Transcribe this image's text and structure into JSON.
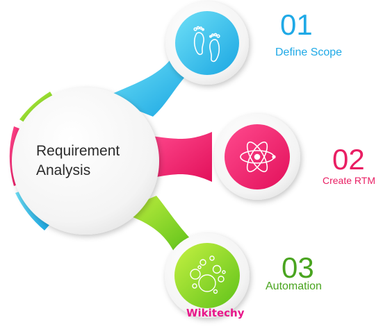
{
  "center": {
    "line1": "Requirement",
    "line2": "Analysis"
  },
  "steps": [
    {
      "number": "01",
      "label": "Define Scope",
      "icon": "footprints-icon",
      "color": "#1fa9e6"
    },
    {
      "number": "02",
      "label": "Create RTM",
      "icon": "atom-icon",
      "color": "#e91e63"
    },
    {
      "number": "03",
      "label": "Automation",
      "icon": "bubbles-icon",
      "color": "#49a41f"
    }
  ],
  "brand": {
    "text": "Wikitechy",
    "color": "#e8178a"
  },
  "colors": {
    "cyan": "#2bc4ea",
    "magenta": "#e91e63",
    "green": "#7ed321"
  }
}
